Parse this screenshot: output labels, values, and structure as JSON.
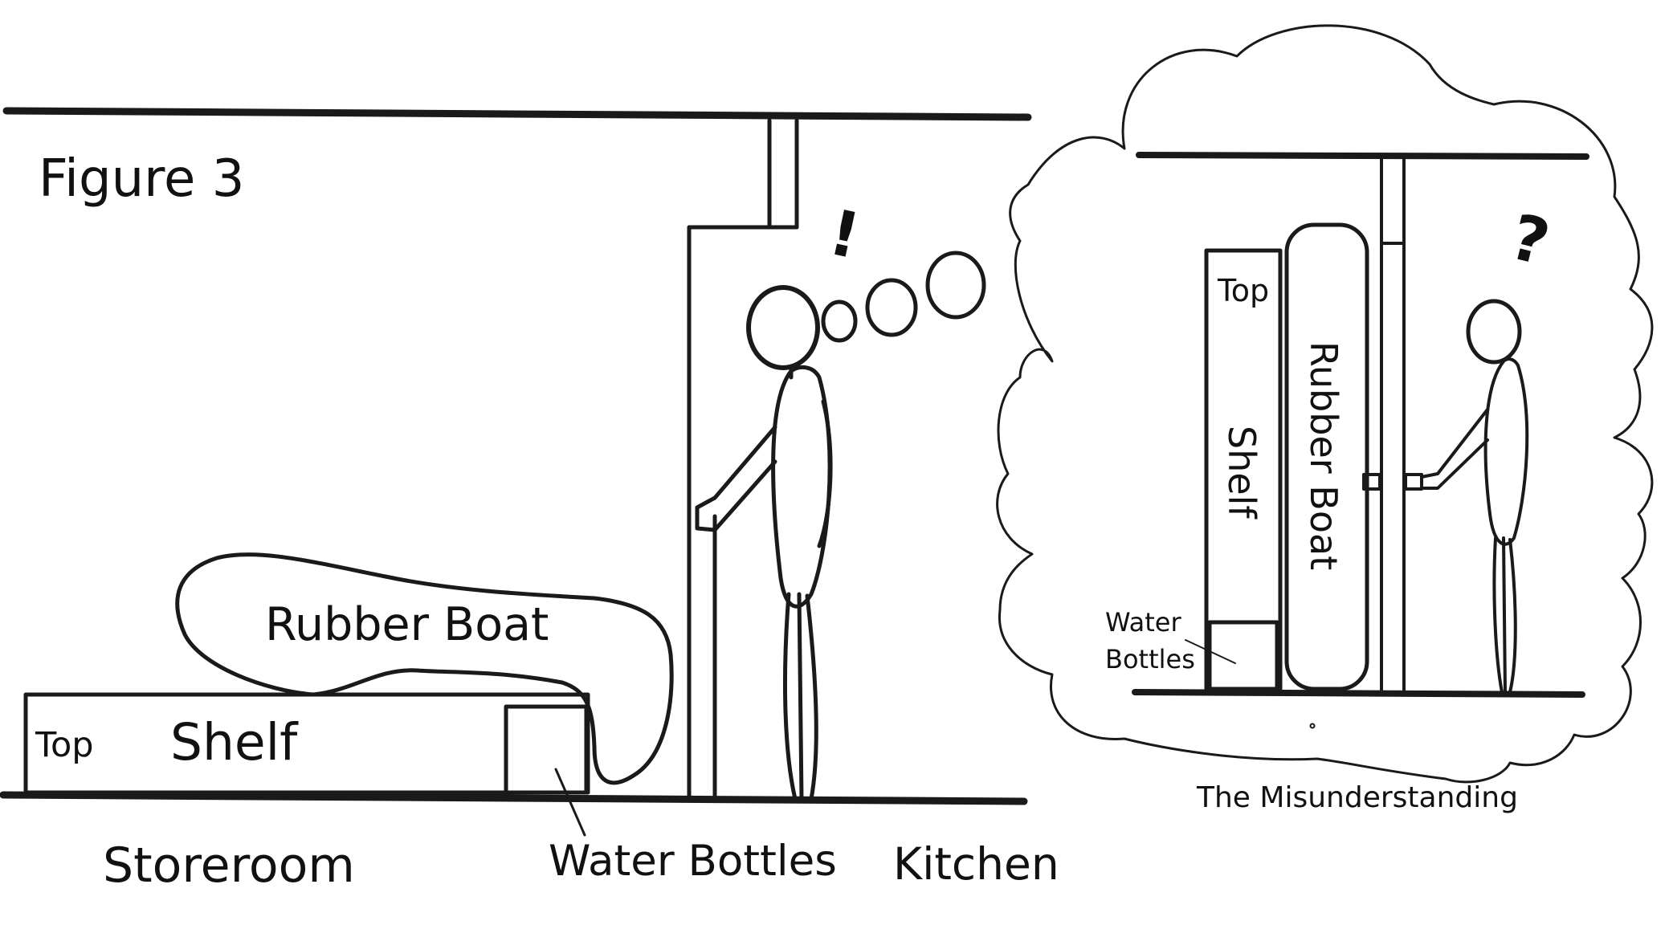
{
  "figure_title": "Figure 3",
  "scene": {
    "boat_label": "Rubber Boat",
    "shelf_label": "Shelf",
    "top_label": "Top",
    "water_label": "Water Bottles",
    "storeroom_label": "Storeroom",
    "kitchen_label": "Kitchen",
    "exclamation": "!"
  },
  "thought": {
    "caption": "The Misunderstanding",
    "top_label": "Top",
    "shelf_label": "Shelf",
    "boat_label": "Rubber Boat",
    "water_label_line1": "Water",
    "water_label_line2": "Bottles",
    "question": "?"
  }
}
